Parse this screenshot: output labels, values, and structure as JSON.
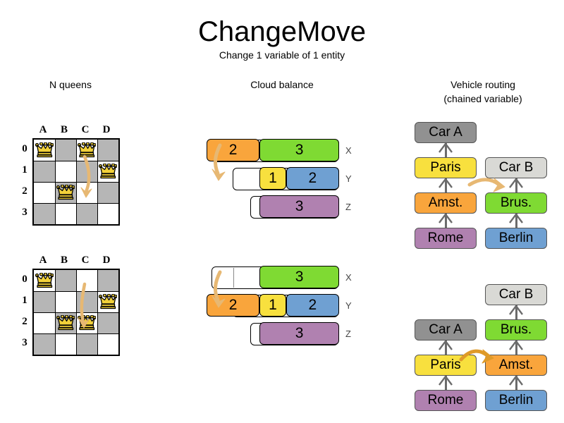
{
  "header": {
    "title": "ChangeMove",
    "subtitle": "Change 1 variable of 1 entity"
  },
  "sections": {
    "nqueens": {
      "heading": "N queens"
    },
    "cloud": {
      "heading": "Cloud balance"
    },
    "vehicle": {
      "heading_line1": "Vehicle routing",
      "heading_line2": "(chained variable)"
    }
  },
  "colors": {
    "orange": "#F9A53C",
    "green": "#7FDA33",
    "yellow": "#F8E03E",
    "blue": "#6FA0D2",
    "purple": "#B081B0",
    "gray_dark": "#919191",
    "gray_light": "#D9D9D5",
    "arrow": "#E7B873",
    "arrow_strong": "#DF9A28",
    "board_dark": "#B6B6B6",
    "board_light": "#FFFFFF",
    "queen_gold": "#F2D13A"
  },
  "nqueens": {
    "files": [
      "A",
      "B",
      "C",
      "D"
    ],
    "ranks": [
      "0",
      "1",
      "2",
      "3"
    ],
    "before": {
      "queens": [
        {
          "file": "A",
          "rank": "0"
        },
        {
          "file": "C",
          "rank": "0"
        },
        {
          "file": "D",
          "rank": "1"
        },
        {
          "file": "B",
          "rank": "2"
        }
      ],
      "move": {
        "from": {
          "file": "C",
          "rank": "0"
        },
        "to": {
          "file": "C",
          "rank": "2"
        }
      }
    },
    "after": {
      "queens": [
        {
          "file": "A",
          "rank": "0"
        },
        {
          "file": "D",
          "rank": "1"
        },
        {
          "file": "B",
          "rank": "2"
        },
        {
          "file": "C",
          "rank": "2"
        }
      ],
      "move": {
        "from": {
          "file": "C",
          "rank": "0"
        },
        "to": {
          "file": "C",
          "rank": "2"
        }
      }
    }
  },
  "cloud_balance": {
    "before": {
      "rows": [
        {
          "label": "X",
          "segments": [
            {
              "value": "2",
              "color": "orange"
            },
            {
              "value": "3",
              "color": "green"
            }
          ]
        },
        {
          "label": "Y",
          "segments": [
            {
              "value": "1",
              "color": "yellow"
            },
            {
              "value": "2",
              "color": "blue"
            }
          ]
        },
        {
          "label": "Z",
          "segments": [
            {
              "value": "3",
              "color": "purple"
            }
          ]
        }
      ]
    },
    "after": {
      "rows": [
        {
          "label": "X",
          "segments": [
            {
              "value": "3",
              "color": "green"
            }
          ]
        },
        {
          "label": "Y",
          "segments": [
            {
              "value": "2",
              "color": "orange"
            },
            {
              "value": "1",
              "color": "yellow"
            },
            {
              "value": "2",
              "color": "blue"
            }
          ]
        },
        {
          "label": "Z",
          "segments": [
            {
              "value": "3",
              "color": "purple"
            }
          ]
        }
      ]
    },
    "move": {
      "entity": "2",
      "from_row": "X",
      "to_row": "Y"
    }
  },
  "vehicle_routing": {
    "before": {
      "chain_a": [
        "Rome",
        "Amst.",
        "Paris",
        "Car A"
      ],
      "chain_b": [
        "Berlin",
        "Brus.",
        "Car B"
      ]
    },
    "after": {
      "chain_a": [
        "Rome",
        "Paris",
        "Car A"
      ],
      "chain_b": [
        "Berlin",
        "Amst.",
        "Brus.",
        "Car B"
      ]
    },
    "labels": {
      "car_a": "Car A",
      "car_b": "Car B",
      "paris": "Paris",
      "brussels": "Brus.",
      "amsterdam": "Amst.",
      "rome": "Rome",
      "berlin": "Berlin"
    },
    "move": {
      "entity": "Amst.",
      "from_chain": "Car A",
      "to_chain": "Car B"
    }
  }
}
